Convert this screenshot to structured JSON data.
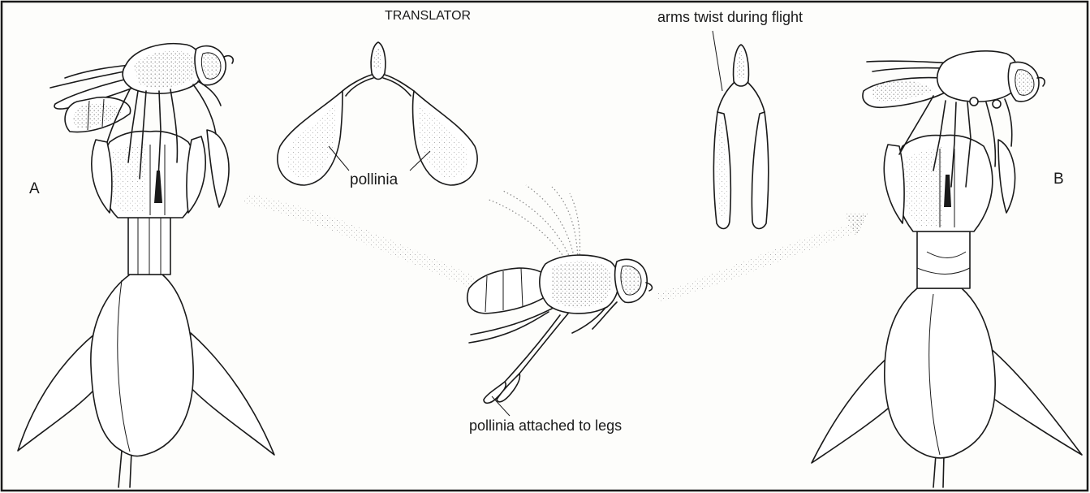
{
  "labels": {
    "panel_a": "A",
    "panel_b": "B",
    "translator": "TRANSLATOR",
    "pollinia": "pollinia",
    "arms_twist": "arms twist during flight",
    "pollinia_legs": "pollinia attached to legs"
  },
  "colors": {
    "ink": "#1a1a1a",
    "paper": "#fdfdfb",
    "stipple": "#9a9a9a"
  },
  "icons": [
    "flower-icon",
    "wasp-icon",
    "translator-icon"
  ]
}
